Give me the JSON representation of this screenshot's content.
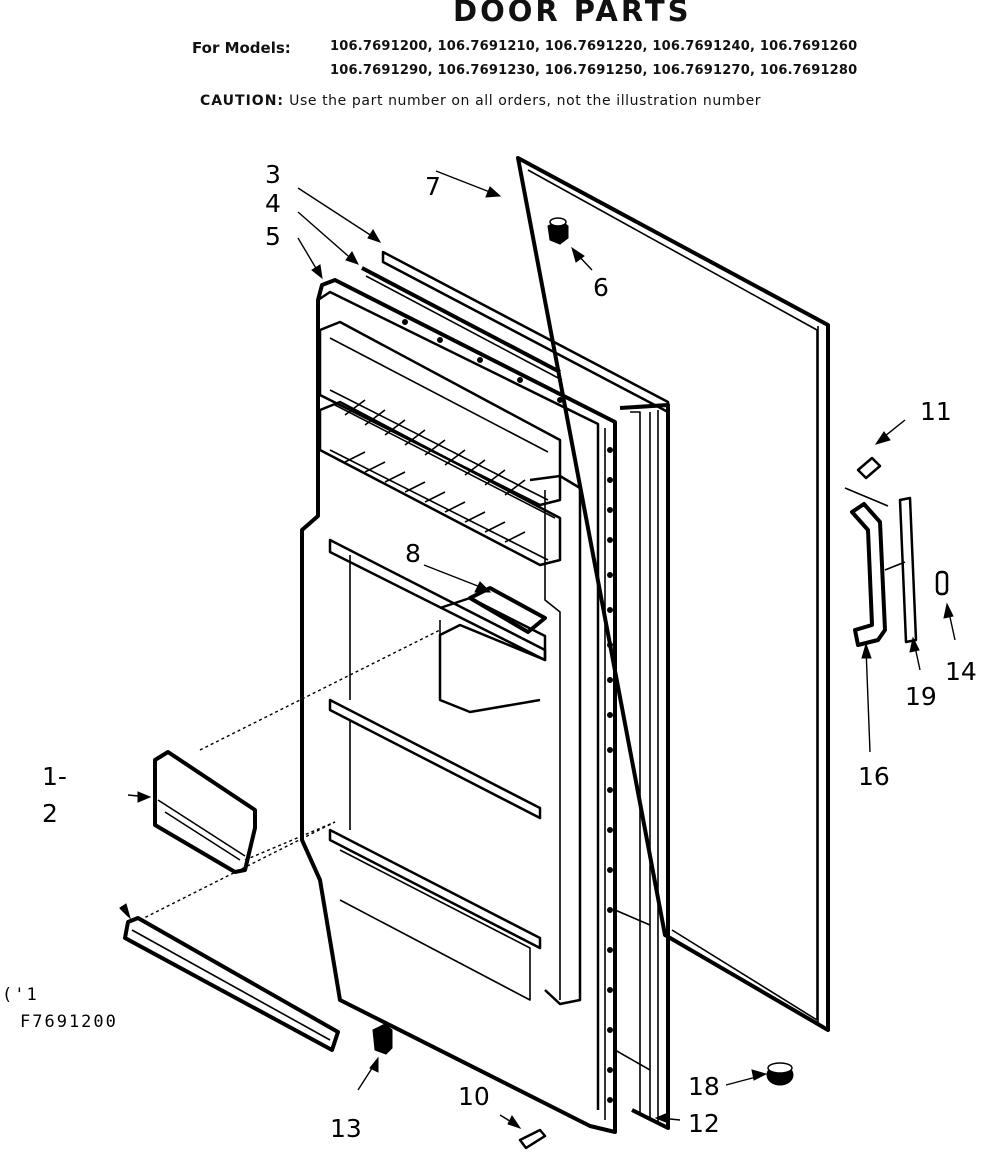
{
  "header": {
    "title": "DOOR PARTS",
    "for_models_label": "For Models:",
    "models_line_1": "106.7691200, 106.7691210, 106.7691220, 106.7691240, 106.7691260",
    "models_line_2": "106.7691290, 106.7691230, 106.7691250, 106.7691270, 106.7691280",
    "caution_label": "CAUTION:",
    "caution_text": "Use the part number on all orders, not the illustration number"
  },
  "diagram": {
    "callouts": {
      "c1": "1-",
      "c2": "2",
      "c3": "3",
      "c4": "4",
      "c5": "5",
      "c6": "6",
      "c7": "7",
      "c8": "8",
      "c10": "10",
      "c11": "11",
      "c12": "12",
      "c13": "13",
      "c14": "14",
      "c16": "16",
      "c18": "18",
      "c19": "19"
    },
    "code_mark": "('1",
    "drawing_code": "F7691200"
  }
}
